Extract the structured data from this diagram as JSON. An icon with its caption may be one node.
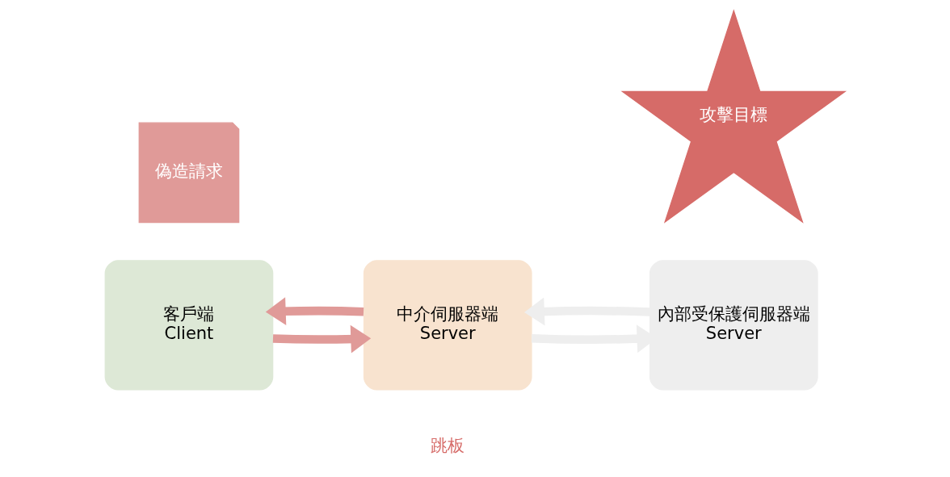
{
  "diagram": {
    "nodes": [
      {
        "text": [
          "客戶端",
          "Client"
        ]
      },
      {
        "text": [
          "偽造請求"
        ]
      },
      {
        "text": [
          "中介伺服器端",
          "Server"
        ],
        "beside": [
          "跳板"
        ]
      },
      {
        "text": [
          "攻擊目標"
        ]
      },
      {
        "text": [
          "內部受保護伺服器端",
          "Server"
        ]
      }
    ],
    "edges": [
      {
        "from": 0,
        "to": 2,
        "arrow": "to",
        "color": "#e09a98"
      },
      {
        "from": 2,
        "to": 0,
        "arrow": "to",
        "color": "#e09a98"
      },
      {
        "from": 2,
        "to": 4,
        "arrow": "to",
        "color": "#eeeeee"
      },
      {
        "from": 4,
        "to": 2,
        "arrow": "to",
        "color": "#eeeeee"
      }
    ]
  }
}
